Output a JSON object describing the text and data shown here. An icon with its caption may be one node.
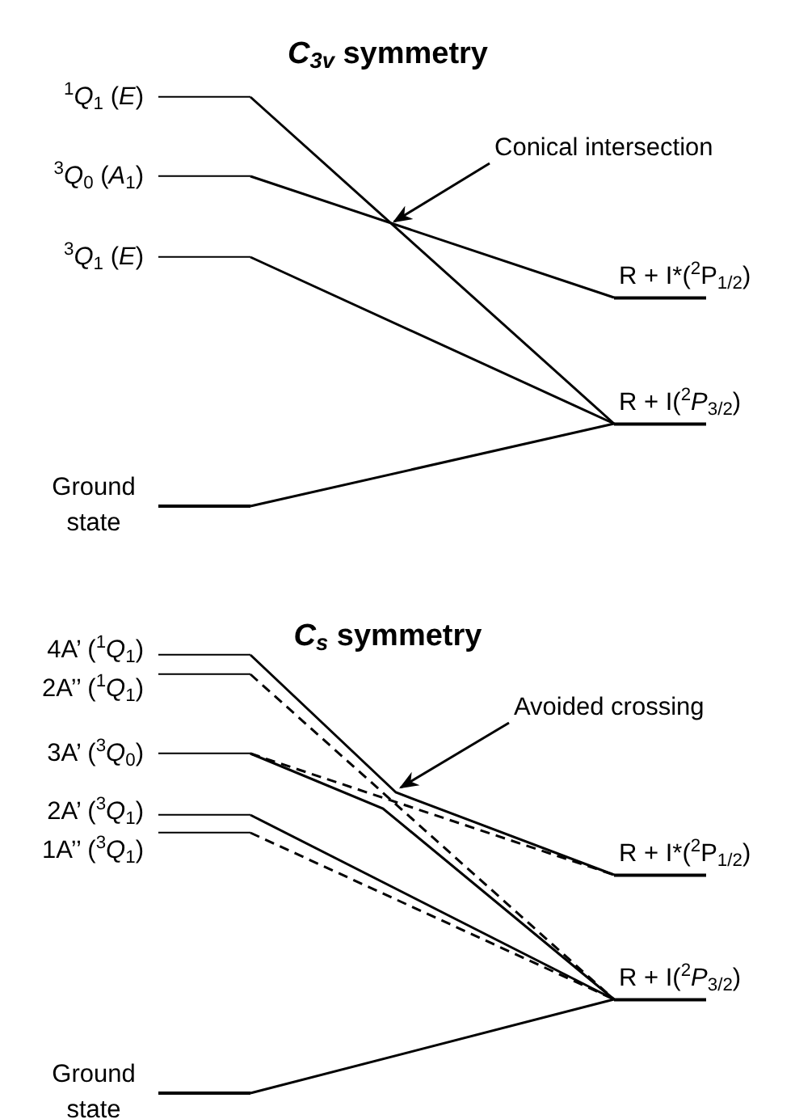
{
  "diagram": {
    "nodes": [
      {
        "text": [
          "$^{1}$*Q*$_{1}$ (*E*)"
        ]
      },
      {
        "text": [
          "$^{3}$*Q*$_{0}$ (*A*$_{1}$)"
        ]
      },
      {
        "text": [
          "$^{3}$*Q*$_{1}$ (*E*)"
        ]
      },
      {
        "text": [
          "Ground state"
        ]
      },
      {
        "text": [
          "Conical intersection"
        ]
      },
      {
        "text": [
          "R + I*($^{2}$P$_{1/2}$)"
        ]
      },
      {
        "text": [
          "R + I($^{2}$*P*$_{3/2}$)"
        ]
      },
      {
        "text": [
          "4A’ ($^{1}$*Q*$_{1}$)"
        ]
      },
      {
        "text": [
          "2A’’ ($^{1}$*Q*$_{1}$)"
        ]
      },
      {
        "text": [
          "3A’ ($^{3}$*Q*$_{0}$)"
        ]
      },
      {
        "text": [
          "2A’ ($^{3}$*Q*$_{1}$)"
        ]
      },
      {
        "text": [
          "1A’’ ($^{3}$*Q*$_{1}$)"
        ]
      },
      {
        "text": [
          "Ground state"
        ]
      },
      {
        "text": [
          "Avoided crossing"
        ]
      },
      {
        "text": [
          "R + I*($^{2}$P$_{1/2}$)"
        ]
      },
      {
        "text": [
          "R + I($^{2}$*P*$_{3/2}$)"
        ]
      }
    ],
    "edges": [
      {
        "from": 0,
        "to": 6,
        "arrow": "none"
      },
      {
        "from": 1,
        "to": 5,
        "arrow": "none"
      },
      {
        "from": 2,
        "to": 6,
        "arrow": "none"
      },
      {
        "from": 3,
        "to": 6,
        "arrow": "none"
      },
      {
        "from": 4,
        "to": null,
        "arrow": "to"
      },
      {
        "from": 7,
        "to": 14,
        "arrow": "none"
      },
      {
        "from": 8,
        "to": 15,
        "arrow": "none",
        "style": "dashed"
      },
      {
        "from": 9,
        "to": 15,
        "arrow": "none"
      },
      {
        "from": 9,
        "to": 14,
        "arrow": "none",
        "style": "dashed"
      },
      {
        "from": 10,
        "to": 15,
        "arrow": "none"
      },
      {
        "from": 11,
        "to": 15,
        "arrow": "none",
        "style": "dashed"
      },
      {
        "from": 12,
        "to": 15,
        "arrow": "none"
      },
      {
        "from": 13,
        "to": null,
        "arrow": "to"
      }
    ],
    "labels": [
      "*C*$_{3v}$ symmetry",
      "*C*$_{s}$ symmetry"
    ]
  }
}
